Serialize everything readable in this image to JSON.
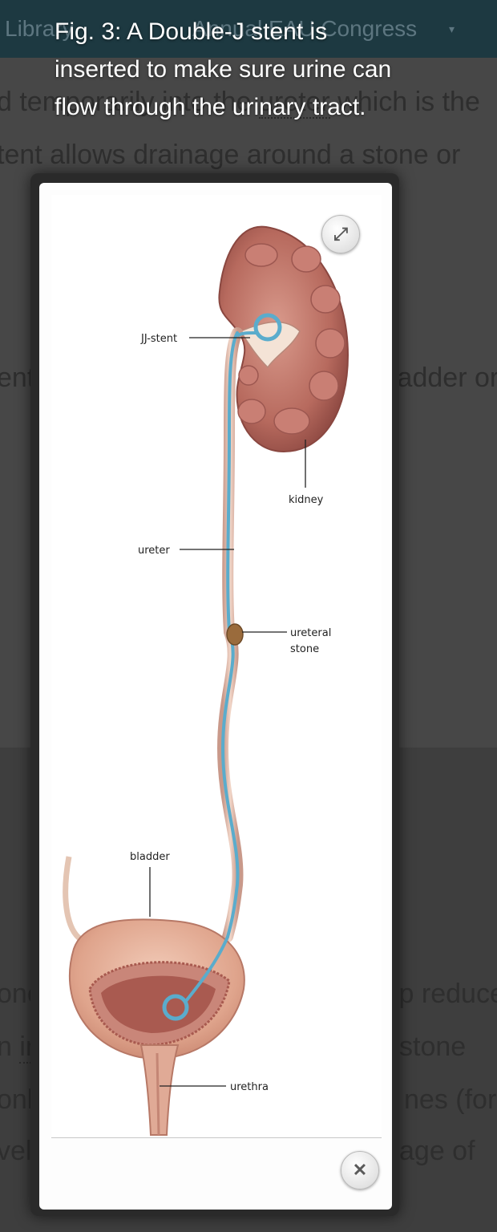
{
  "nav": {
    "library_label": "Library",
    "congress_label": "Annual EAU Congress",
    "caret": "▾"
  },
  "background_text": {
    "line1_before": "d temporarily into the ",
    "line1_link": "ureter",
    "line1_after": " which is the",
    "line2": "tent allows drainage around a stone or",
    "line3_left": "ent",
    "line3_right": "ladder or",
    "line4_left": "ones",
    "line4_right": "lp reduce",
    "line5_left": "n ",
    "line5_link": "in",
    "line5_right": "stone",
    "line6_left": "only",
    "line6_right": "nes (for",
    "line7_left": "velli",
    "line7_right": "age of"
  },
  "figure": {
    "caption": "Fig. 3: A Double-J stent is inserted to make sure urine can flow through the urinary tract.",
    "labels": {
      "jj_stent": "JJ-stent",
      "kidney": "kidney",
      "ureter": "ureter",
      "ureteral_1": "ureteral",
      "ureteral_2": "stone",
      "bladder": "bladder",
      "urethra": "urethra"
    }
  },
  "controls": {
    "expand_icon": "⤢",
    "close_icon": "✕"
  },
  "colors": {
    "nav_bg": "#1d3941",
    "stent": "#5aaccc",
    "ureter": "#e3c2b0",
    "kidney": "#b56a5f"
  }
}
